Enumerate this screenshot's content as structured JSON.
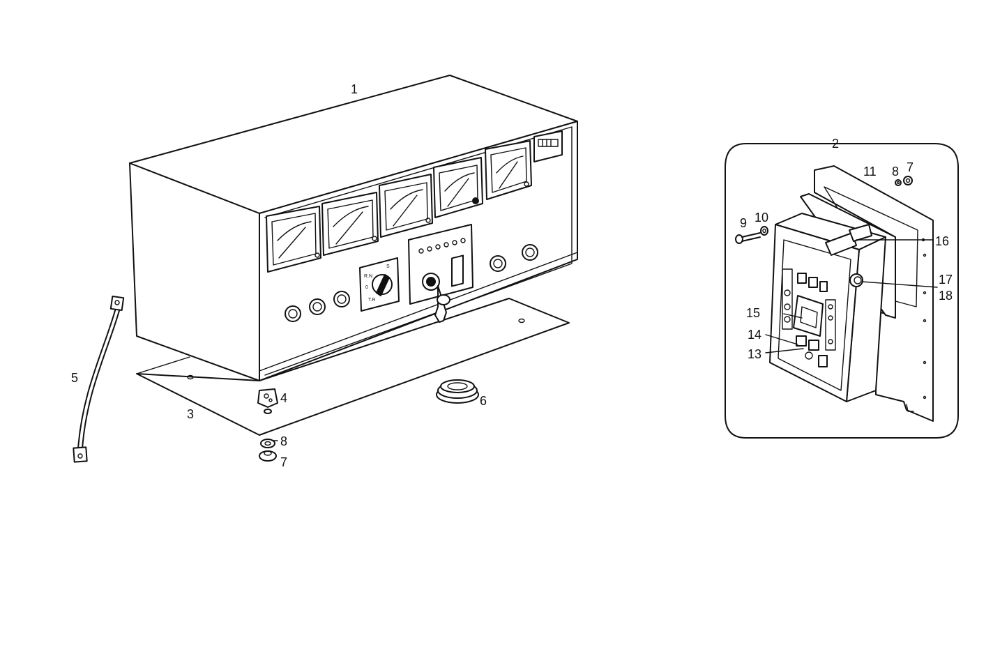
{
  "diagram": {
    "main_assembly_callouts": {
      "part_1": "1",
      "part_3": "3",
      "part_4": "4",
      "part_5": "5",
      "part_6": "6",
      "part_7": "7",
      "part_8": "8"
    },
    "detail_view_callouts": {
      "part_2": "2",
      "part_7": "7",
      "part_8": "8",
      "part_9": "9",
      "part_10": "10",
      "part_11": "11",
      "part_13": "13",
      "part_14": "14",
      "part_15": "15",
      "part_16": "16",
      "part_17": "17",
      "part_18": "18"
    }
  }
}
